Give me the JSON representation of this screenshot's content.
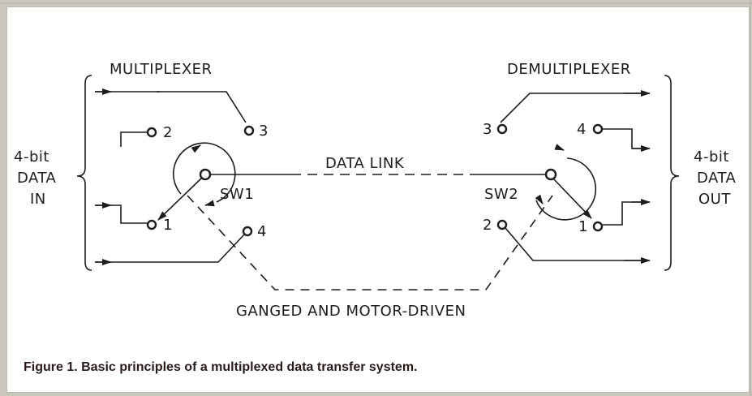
{
  "figure": {
    "labels": {
      "multiplexer": "MULTIPLEXER",
      "demultiplexer": "DEMULTIPLEXER",
      "data_link": "DATA LINK",
      "ganged": "GANGED AND MOTOR-DRIVEN",
      "sw1": "SW1",
      "sw2": "SW2",
      "in_line1": "4-bit",
      "in_line2": "DATA",
      "in_line3": "IN",
      "out_line1": "4-bit",
      "out_line2": "DATA",
      "out_line3": "OUT"
    },
    "terminals": {
      "mux_1": "1",
      "mux_2": "2",
      "mux_3": "3",
      "mux_4": "4",
      "demux_1": "1",
      "demux_2": "2",
      "demux_3": "3",
      "demux_4": "4"
    },
    "colors": {
      "ink": "#1c1c1c",
      "background": "#ffffff",
      "scan": "#c9c7be"
    }
  },
  "caption": "Figure 1. Basic principles of a multiplexed data transfer system."
}
